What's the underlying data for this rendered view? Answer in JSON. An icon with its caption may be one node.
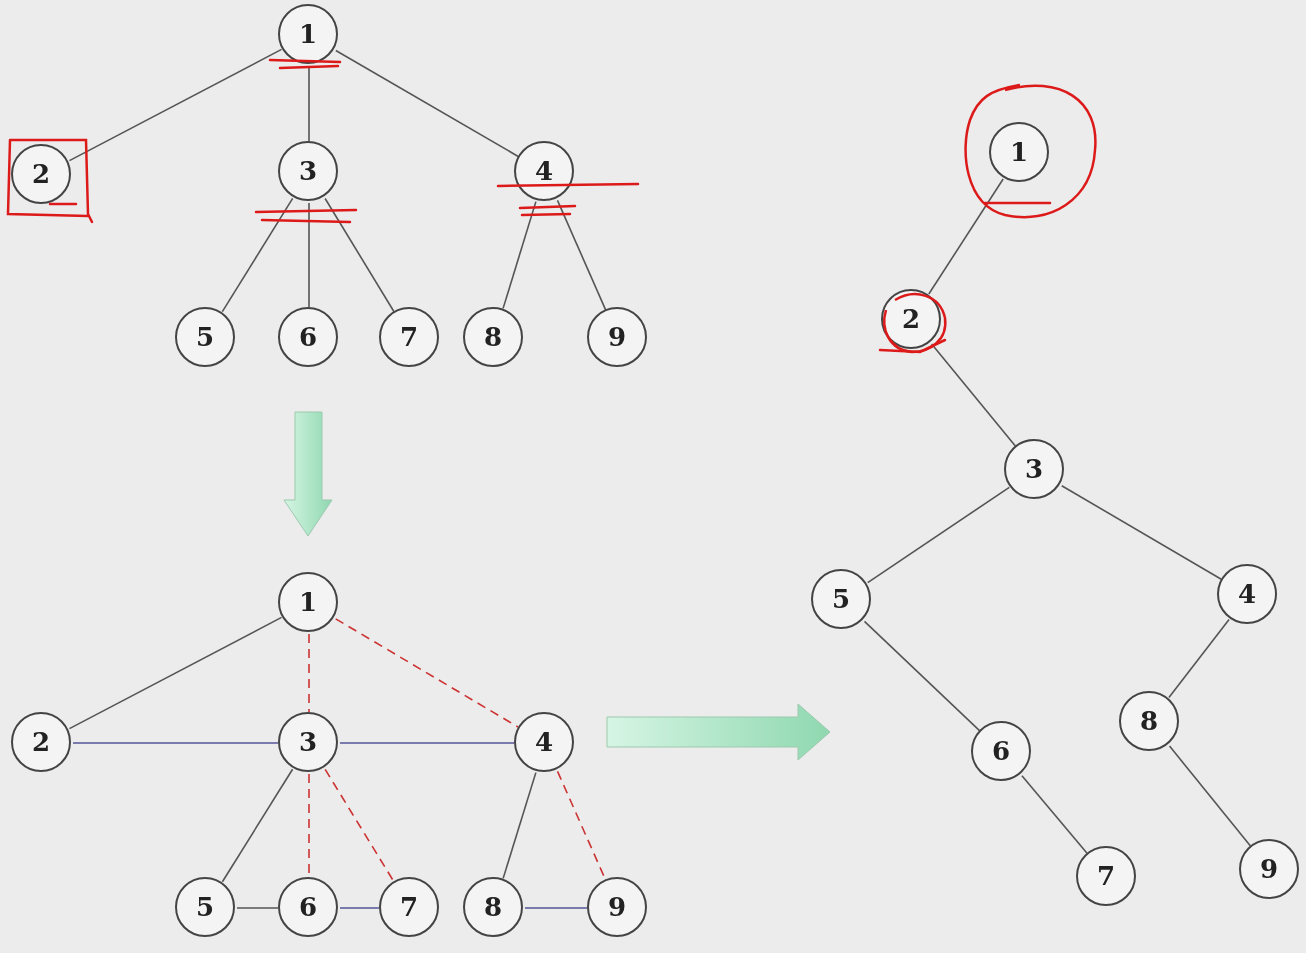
{
  "diagram": {
    "nodes": [
      {
        "text": [
          "1"
        ]
      },
      {
        "text": [
          "2"
        ]
      },
      {
        "text": [
          "3"
        ]
      },
      {
        "text": [
          "4"
        ]
      },
      {
        "text": [
          "5"
        ]
      },
      {
        "text": [
          "6"
        ]
      },
      {
        "text": [
          "7"
        ]
      },
      {
        "text": [
          "8"
        ]
      },
      {
        "text": [
          "9"
        ]
      },
      {
        "text": [
          "1"
        ]
      },
      {
        "text": [
          "2"
        ]
      },
      {
        "text": [
          "3"
        ]
      },
      {
        "text": [
          "4"
        ]
      },
      {
        "text": [
          "5"
        ]
      },
      {
        "text": [
          "6"
        ]
      },
      {
        "text": [
          "7"
        ]
      },
      {
        "text": [
          "8"
        ]
      },
      {
        "text": [
          "9"
        ]
      },
      {
        "text": [
          "1"
        ]
      },
      {
        "text": [
          "2"
        ]
      },
      {
        "text": [
          "3"
        ]
      },
      {
        "text": [
          "4"
        ]
      },
      {
        "text": [
          "5"
        ]
      },
      {
        "text": [
          "6"
        ]
      },
      {
        "text": [
          "7"
        ]
      },
      {
        "text": [
          "8"
        ]
      },
      {
        "text": [
          "9"
        ]
      }
    ],
    "edges": [
      {
        "from": 0,
        "to": 1,
        "arrow": "none"
      },
      {
        "from": 0,
        "to": 2,
        "arrow": "none"
      },
      {
        "from": 0,
        "to": 3,
        "arrow": "none"
      },
      {
        "from": 2,
        "to": 4,
        "arrow": "none"
      },
      {
        "from": 2,
        "to": 5,
        "arrow": "none"
      },
      {
        "from": 2,
        "to": 6,
        "arrow": "none"
      },
      {
        "from": 3,
        "to": 7,
        "arrow": "none"
      },
      {
        "from": 3,
        "to": 8,
        "arrow": "none"
      },
      {
        "from": 9,
        "to": 10,
        "arrow": "none"
      },
      {
        "from": 9,
        "to": 11,
        "arrow": "none",
        "style": "dashed",
        "color": "#cc3333"
      },
      {
        "from": 9,
        "to": 12,
        "arrow": "none",
        "style": "dashed",
        "color": "#cc3333"
      },
      {
        "from": 10,
        "to": 11,
        "arrow": "none",
        "color": "#555599"
      },
      {
        "from": 11,
        "to": 12,
        "arrow": "none",
        "color": "#555599"
      },
      {
        "from": 11,
        "to": 13,
        "arrow": "none"
      },
      {
        "from": 11,
        "to": 14,
        "arrow": "none",
        "style": "dashed",
        "color": "#cc3333"
      },
      {
        "from": 11,
        "to": 15,
        "arrow": "none",
        "style": "dashed",
        "color": "#cc3333"
      },
      {
        "from": 12,
        "to": 16,
        "arrow": "none"
      },
      {
        "from": 12,
        "to": 17,
        "arrow": "none",
        "style": "dashed",
        "color": "#cc3333"
      },
      {
        "from": 13,
        "to": 14,
        "arrow": "none"
      },
      {
        "from": 14,
        "to": 15,
        "arrow": "none",
        "color": "#555599"
      },
      {
        "from": 16,
        "to": 17,
        "arrow": "none",
        "color": "#555599"
      },
      {
        "from": 18,
        "to": 19,
        "arrow": "none"
      },
      {
        "from": 19,
        "to": 20,
        "arrow": "none"
      },
      {
        "from": 20,
        "to": 22,
        "arrow": "none"
      },
      {
        "from": 20,
        "to": 21,
        "arrow": "none"
      },
      {
        "from": 22,
        "to": 23,
        "arrow": "none"
      },
      {
        "from": 23,
        "to": 24,
        "arrow": "none"
      },
      {
        "from": 21,
        "to": 25,
        "arrow": "none"
      },
      {
        "from": 25,
        "to": 26,
        "arrow": "none"
      }
    ]
  }
}
